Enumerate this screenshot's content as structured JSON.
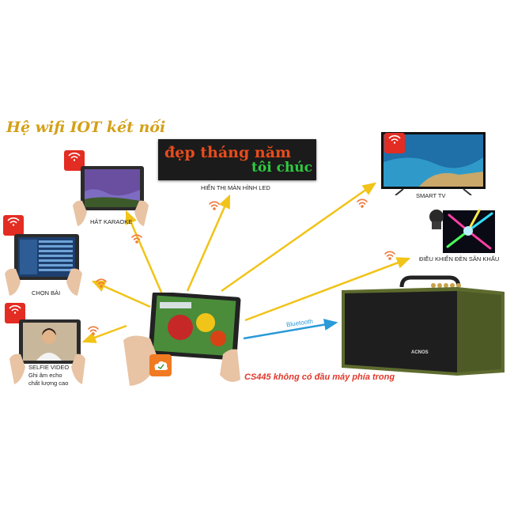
{
  "heading": "Hệ wifi IOT kết nối",
  "led_display": {
    "line1": "đẹp tháng năm",
    "line2": "tôi chúc",
    "label": "HIỂN THỊ MÀN HÌNH LED"
  },
  "devices": {
    "karaoke": "HÁT KARAOKE",
    "choose_song": "CHỌN BÀI",
    "selfie_line1": "SELFIE VIDEO",
    "selfie_line2": "Ghi âm echo",
    "selfie_line3": "chất lượng cao",
    "smart_tv": "SMART TV",
    "stage_light": "ĐIỀU KHIỂN ĐÈN SÂN KHẤU"
  },
  "bluetooth_label": "Bluetooth",
  "speaker_brand": "ACNOS",
  "note": "CS445 không có đầu máy phía trong",
  "colors": {
    "heading": "#d4a017",
    "arrow": "#f2c318",
    "bluetooth": "#2a9ad8",
    "badge": "#e32c22",
    "wifi_signal": "#f07a3a",
    "speaker_frame": "#5d6b2e",
    "note": "#e0382a"
  }
}
